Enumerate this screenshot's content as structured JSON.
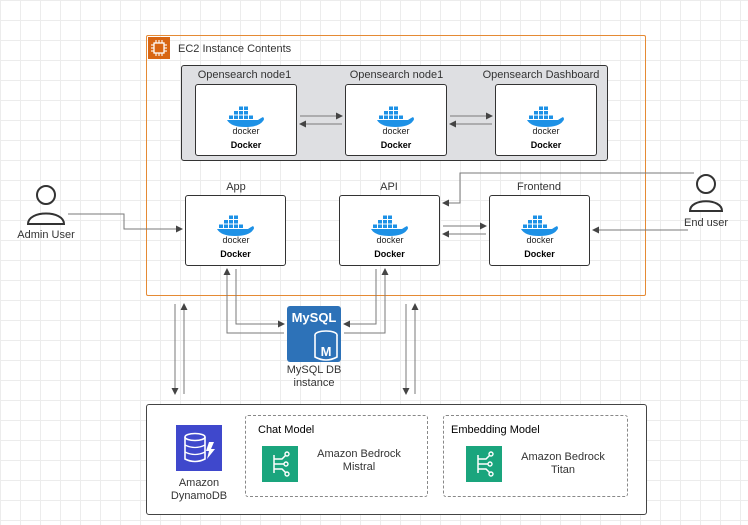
{
  "ec2": {
    "title": "EC2 Instance Contents"
  },
  "opensearch": [
    {
      "title": "Opensearch node1",
      "logo": "docker",
      "sub": "Docker"
    },
    {
      "title": "Opensearch node1",
      "logo": "docker",
      "sub": "Docker"
    },
    {
      "title": "Opensearch Dashboard",
      "logo": "docker",
      "sub": "Docker"
    }
  ],
  "services": [
    {
      "title": "App",
      "logo": "docker",
      "sub": "Docker"
    },
    {
      "title": "API",
      "logo": "docker",
      "sub": "Docker"
    },
    {
      "title": "Frontend",
      "logo": "docker",
      "sub": "Docker"
    }
  ],
  "actors": {
    "admin": "Admin User",
    "end": "End user"
  },
  "mysql": {
    "logo": "MySQL",
    "glyph": "M",
    "label_line1": "MySQL DB",
    "label_line2": "instance"
  },
  "dynamodb": {
    "line1": "Amazon",
    "line2": "DynamoDB"
  },
  "chat_model": {
    "title": "Chat Model",
    "name_line1": "Amazon Bedrock",
    "name_line2": "Mistral"
  },
  "embedding_model": {
    "title": "Embedding Model",
    "name_line1": "Amazon Bedrock",
    "name_line2": "Titan"
  },
  "colors": {
    "ec2_border": "#e58a34",
    "ec2_icon": "#d86613",
    "docker_blue": "#1d91e6",
    "mysql": "#2d72b8",
    "dynamodb": "#3f48cc",
    "bedrock": "#1aa57d"
  }
}
